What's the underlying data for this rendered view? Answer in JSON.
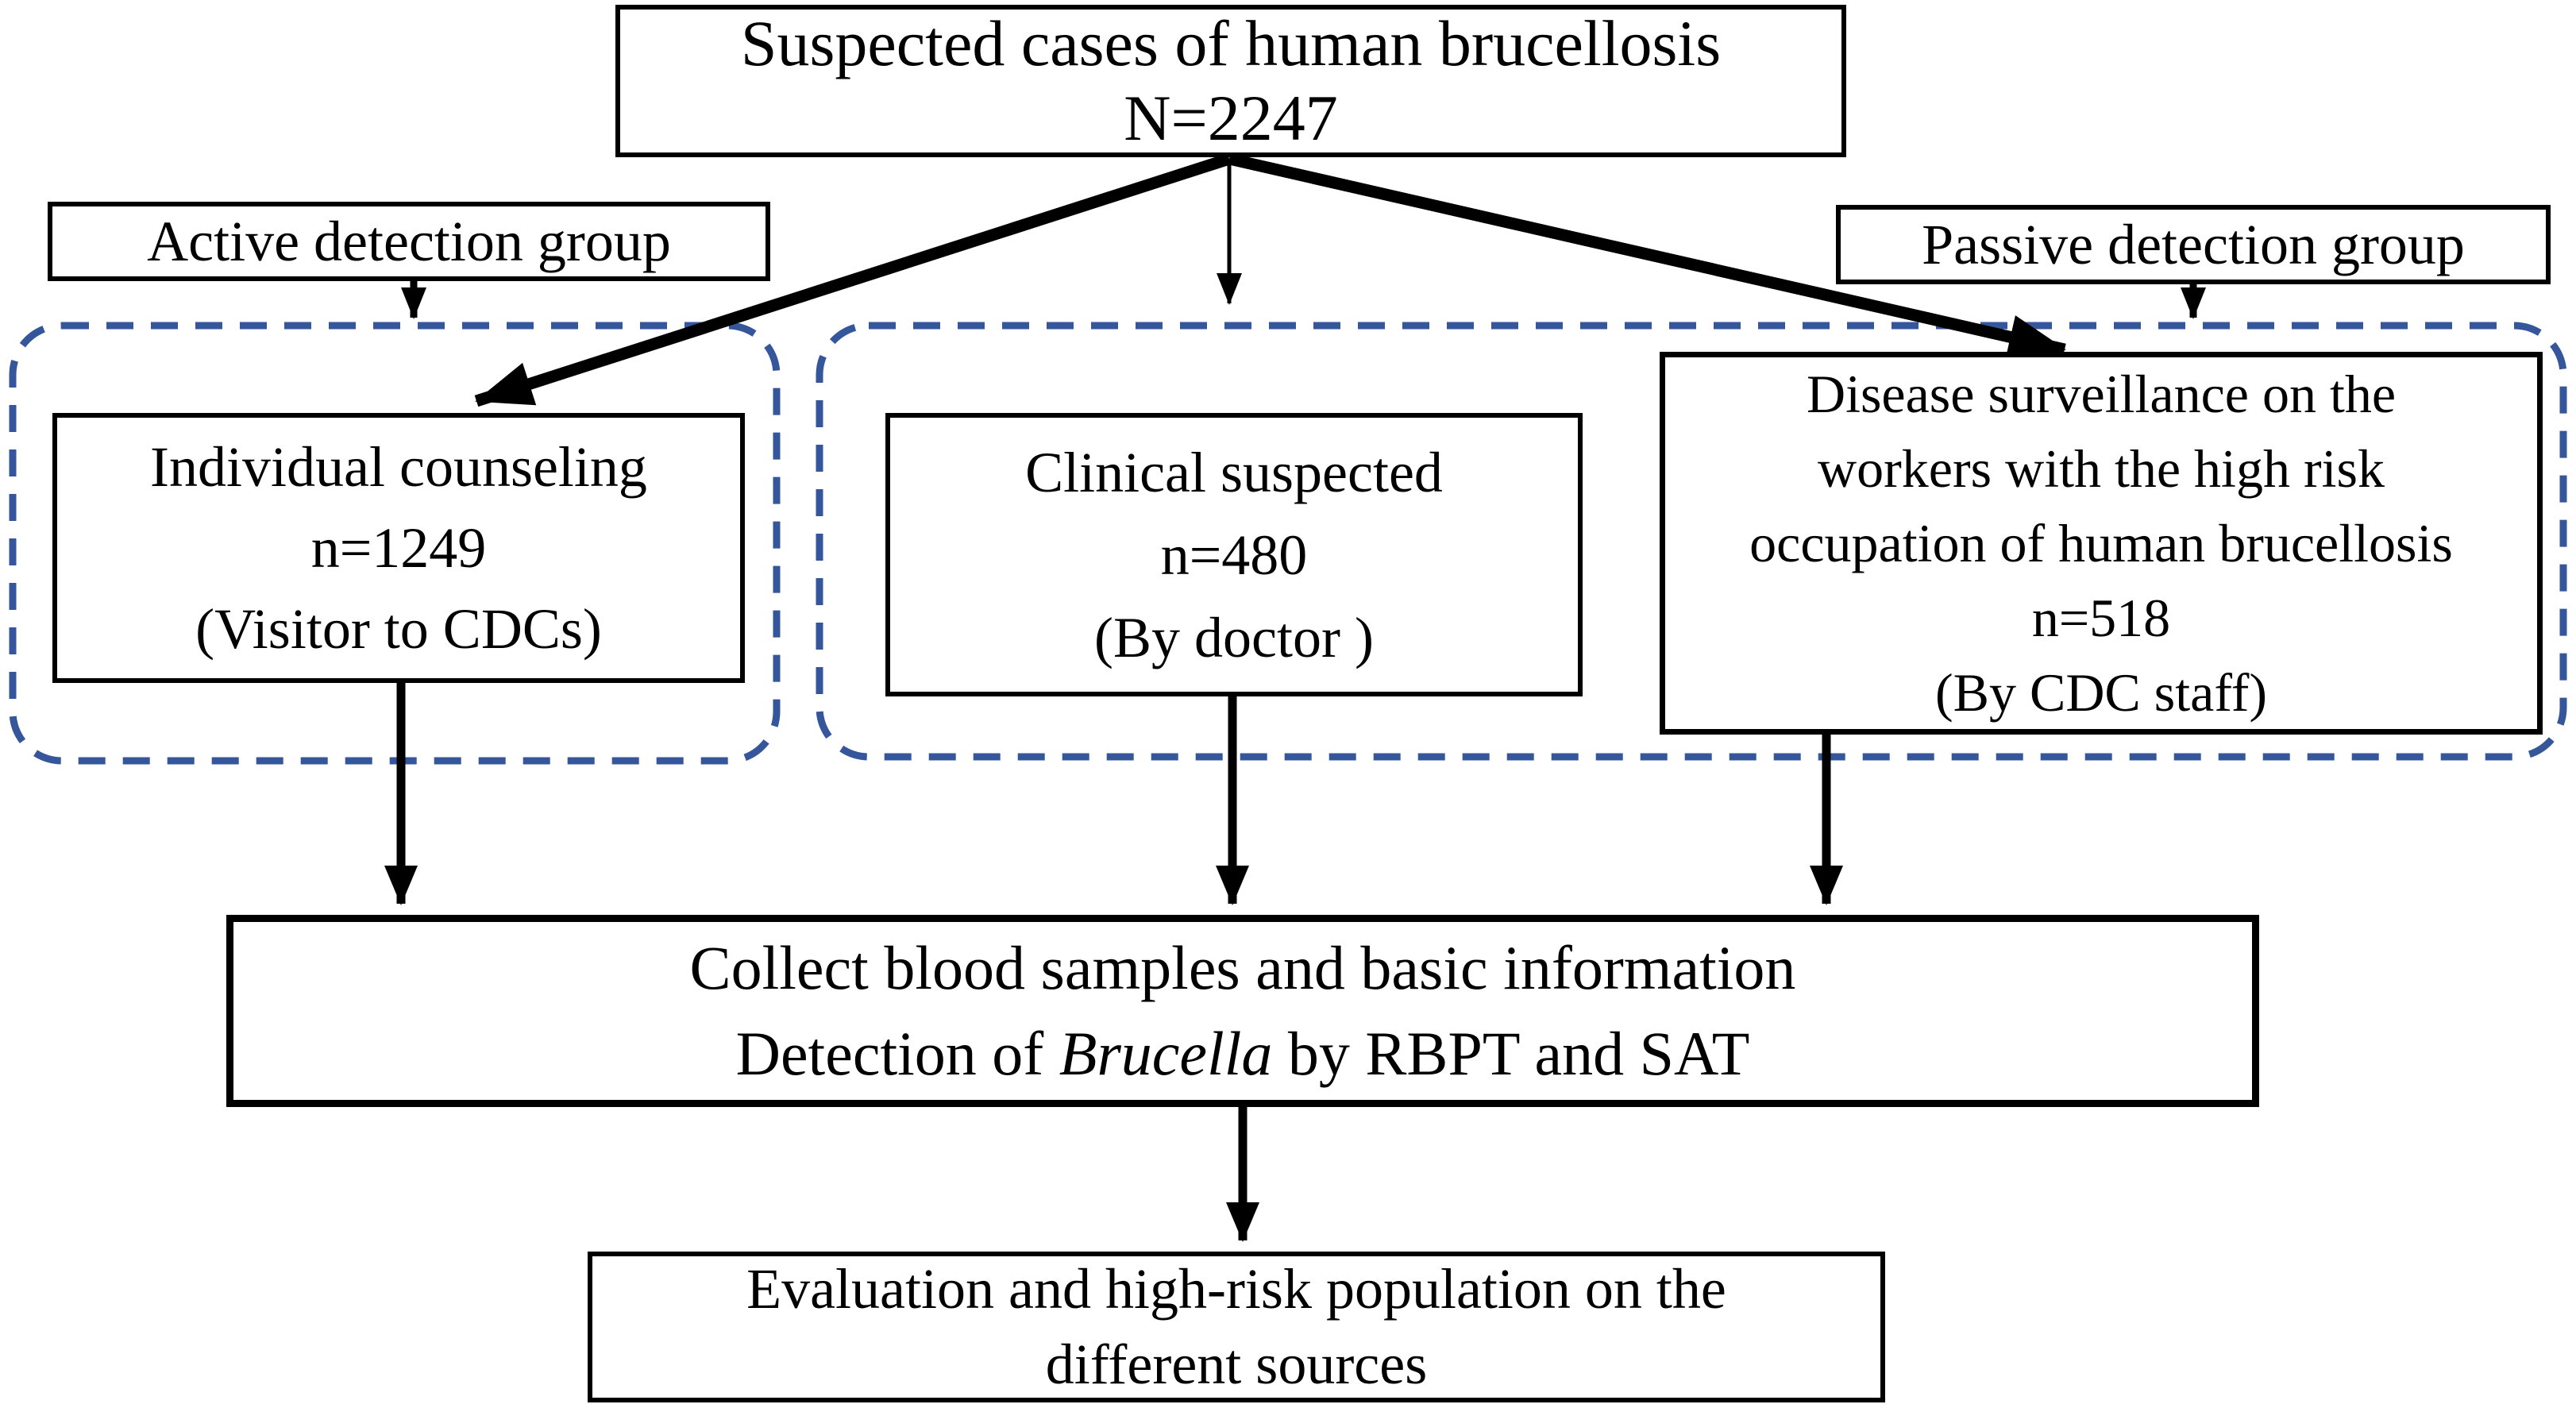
{
  "diagram": {
    "colors": {
      "group_dash_border": "#35569A",
      "box_border": "#000000",
      "arrow": "#000000",
      "text": "#000000",
      "background": "#FFFFFF"
    },
    "nodes": {
      "suspected": {
        "line1": "Suspected cases of human brucellosis",
        "line2": "N=2247"
      },
      "active_group": {
        "label": "Active detection group"
      },
      "passive_group": {
        "label": "Passive detection group"
      },
      "individual": {
        "line1": "Individual counseling",
        "line2": "n=1249",
        "line3": "(Visitor to CDCs)"
      },
      "clinical": {
        "line1": "Clinical suspected",
        "line2": "n=480",
        "line3": "(By doctor )"
      },
      "disease": {
        "line1": "Disease surveillance on the",
        "line2": "workers with the high risk",
        "line3": "occupation of human brucellosis",
        "line4": "n=518",
        "line5": "(By CDC staff)"
      },
      "collect": {
        "line1": "Collect blood samples and basic information",
        "line2_prefix": "Detection of ",
        "line2_italic": "Brucella",
        "line2_suffix": " by RBPT and SAT"
      },
      "evaluation": {
        "line1": "Evaluation and high-risk population on the",
        "line2": "different sources"
      }
    }
  }
}
